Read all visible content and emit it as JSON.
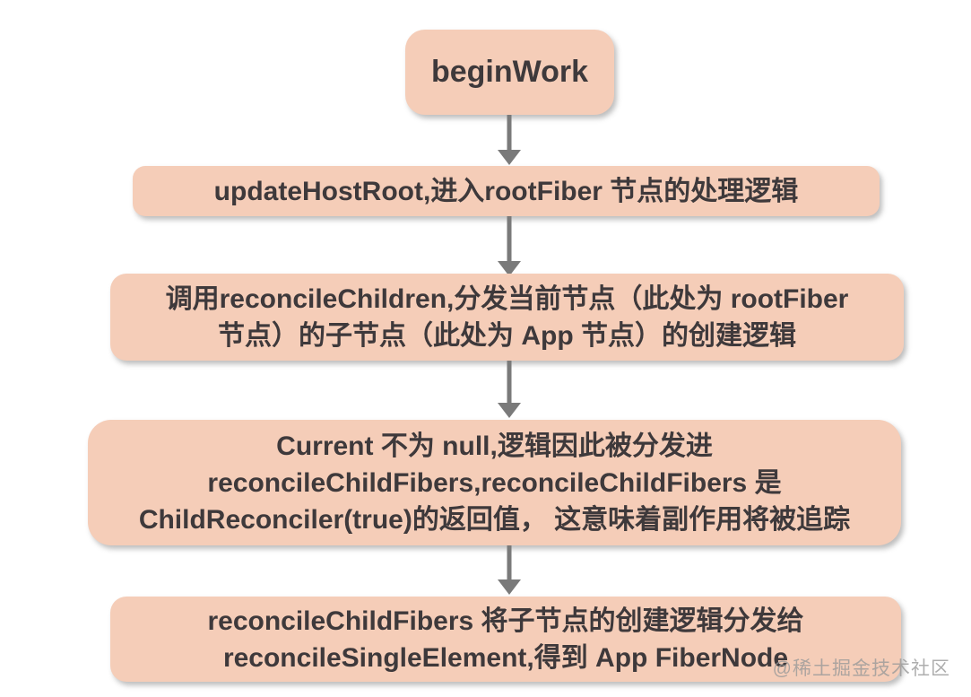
{
  "diagram_type": "flowchart",
  "nodes": [
    {
      "id": "begin-work",
      "lines": [
        "beginWork"
      ]
    },
    {
      "id": "update-host-root",
      "lines": [
        "updateHostRoot,进入rootFiber 节点的处理逻辑"
      ]
    },
    {
      "id": "reconcile-children",
      "lines": [
        "调用reconcileChildren,分发当前节点（此处为 rootFiber",
        "节点）的子节点（此处为 App 节点）的创建逻辑"
      ]
    },
    {
      "id": "current-not-null",
      "lines": [
        "Current 不为 null,逻辑因此被分发进",
        "reconcileChildFibers,reconcileChildFibers 是",
        "ChildReconciler(true)的返回值， 这意味着副作用将被追踪"
      ]
    },
    {
      "id": "reconcile-child-fibers",
      "lines": [
        "reconcileChildFibers 将子节点的创建逻辑分发给",
        "reconcileSingleElement,得到 App FiberNode"
      ]
    }
  ],
  "watermark": "@稀土掘金技术社区",
  "colors": {
    "node_fill": "#F5CDB8",
    "node_text": "#3E393B",
    "arrow": "#7A7A7A",
    "background": "#FFFFFF",
    "watermark": "#9A9A9A"
  }
}
